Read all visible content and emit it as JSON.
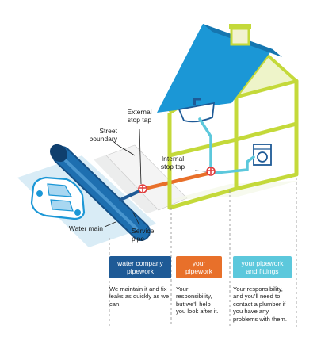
{
  "labels": {
    "external_stop_tap": "External\nstop tap",
    "street_boundary": "Street\nboundary",
    "internal_stop_tap": "Internal\nstop tap",
    "water_main": "Water main",
    "service_pipe": "Service\npipe"
  },
  "legend": [
    {
      "title": "water company\npipework",
      "desc": "We maintain it and fix leaks as quickly as we can.",
      "color": "#1e5a96"
    },
    {
      "title": "your\npipework",
      "desc": "Your responsibility, but we'll help you look after it.",
      "color": "#e8702a"
    },
    {
      "title": "your pipework\nand fittings",
      "desc": "Your responsibility, and you'll need to contact a plumber if you have any problems with them.",
      "color": "#5cc8dc"
    }
  ],
  "colors": {
    "roof": "#1b97d6",
    "house_frame": "#c4d93a",
    "water_main": "#1e6fb0",
    "service_pipe": "#1e5a96",
    "your_pipework": "#e8702a",
    "house_pipe": "#5cc8dc",
    "stop_tap": "#e03a3a",
    "road": "#d9ecf6",
    "pavement": "#e9eaea"
  },
  "icons": [
    "car-icon",
    "sink-icon",
    "washing-machine-icon",
    "stop-tap-icon"
  ]
}
